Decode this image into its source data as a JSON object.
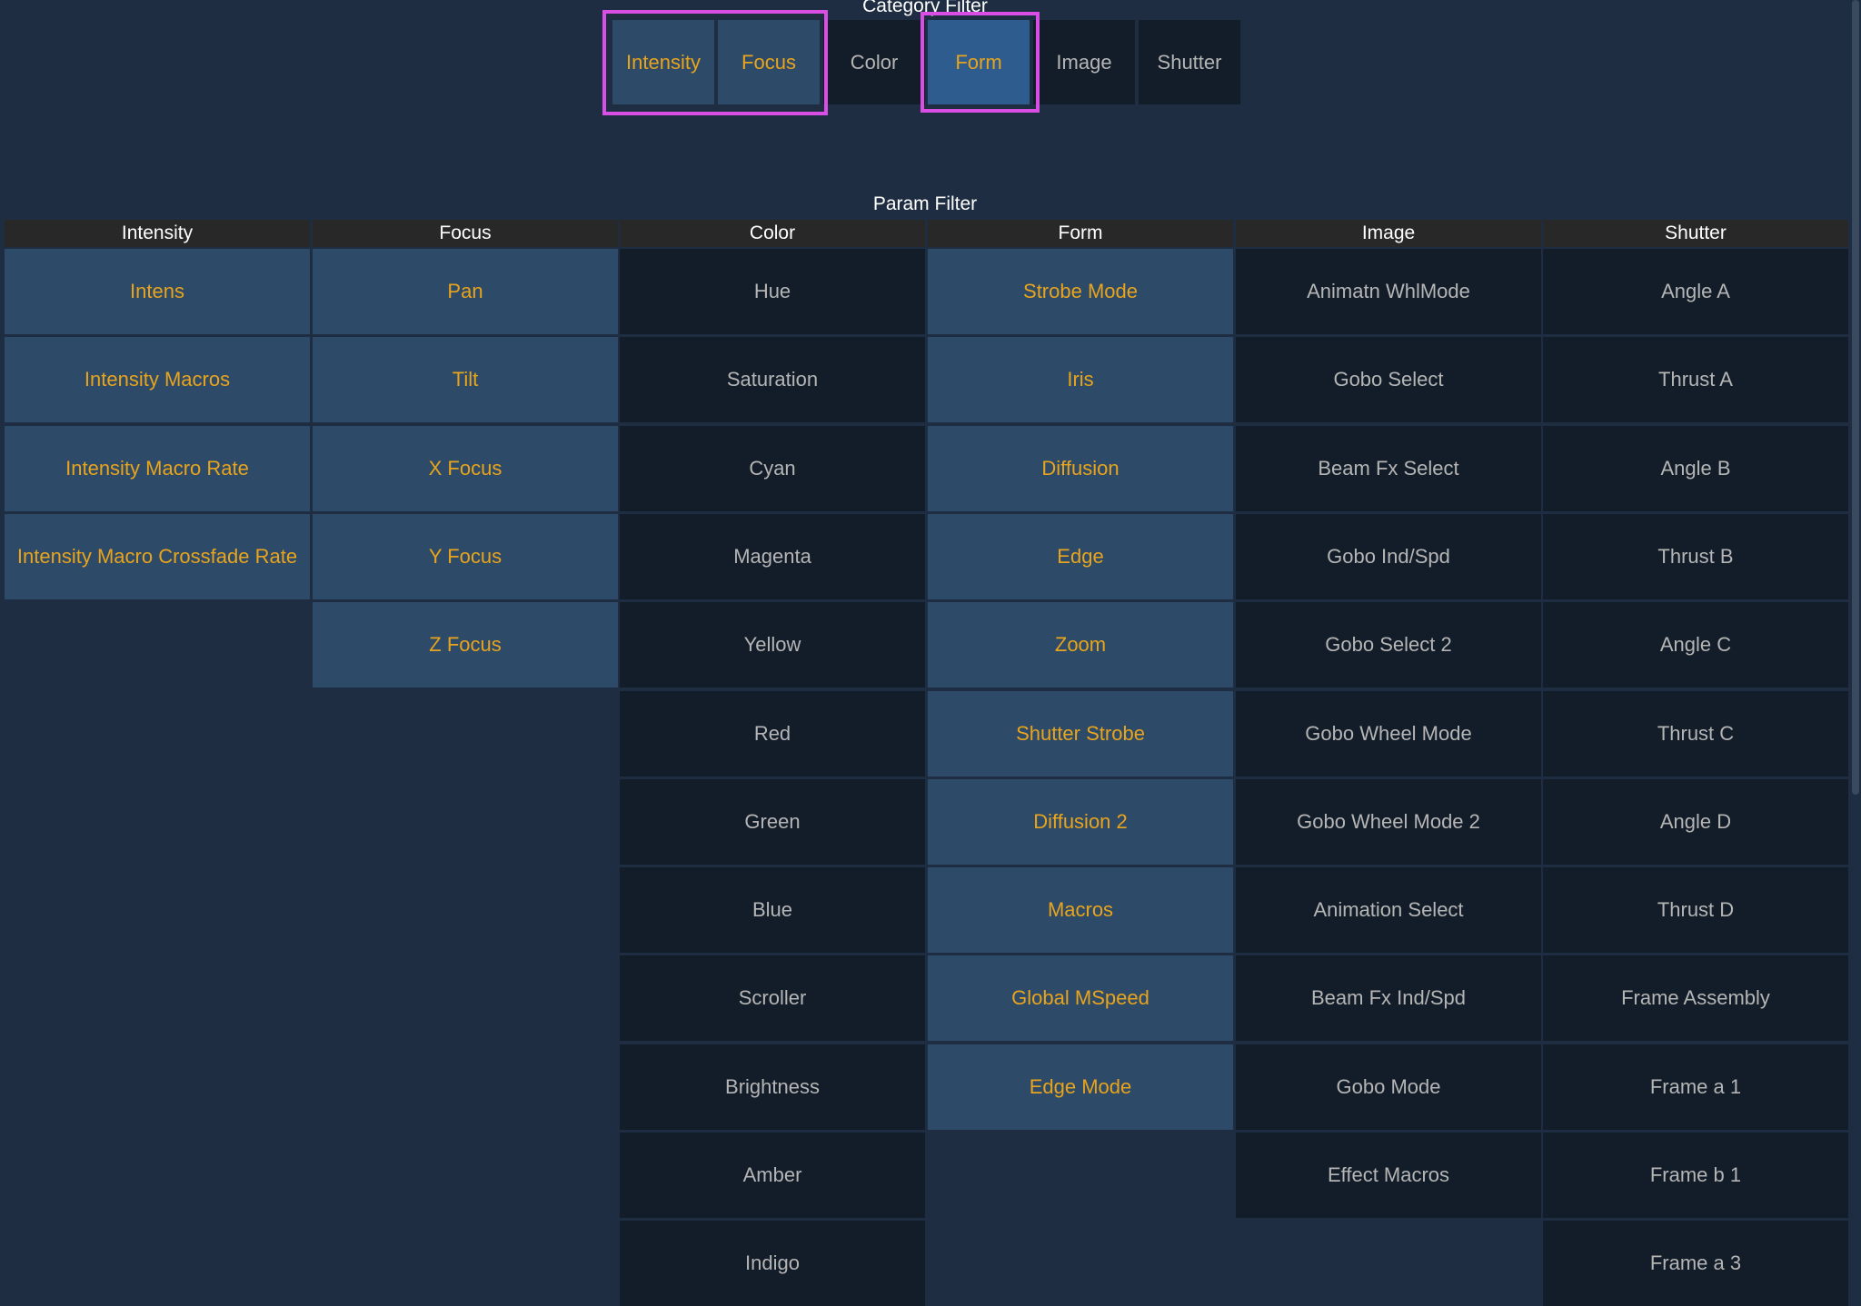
{
  "category_filter": {
    "title": "Category Filter",
    "buttons": [
      {
        "label": "Intensity",
        "active": true
      },
      {
        "label": "Focus",
        "active": true
      },
      {
        "label": "Color",
        "active": false
      },
      {
        "label": "Form",
        "active": true
      },
      {
        "label": "Image",
        "active": false
      },
      {
        "label": "Shutter",
        "active": false
      }
    ]
  },
  "param_filter": {
    "title": "Param Filter",
    "columns": [
      {
        "header": "Intensity",
        "active": true,
        "items": [
          "Intens",
          "Intensity Macros",
          "Intensity Macro Rate",
          "Intensity Macro Crossfade Rate"
        ]
      },
      {
        "header": "Focus",
        "active": true,
        "items": [
          "Pan",
          "Tilt",
          "X Focus",
          "Y Focus",
          "Z Focus"
        ]
      },
      {
        "header": "Color",
        "active": false,
        "items": [
          "Hue",
          "Saturation",
          "Cyan",
          "Magenta",
          "Yellow",
          "Red",
          "Green",
          "Blue",
          "Scroller",
          "Brightness",
          "Amber",
          "Indigo"
        ]
      },
      {
        "header": "Form",
        "active": true,
        "items": [
          "Strobe Mode",
          "Iris",
          "Diffusion",
          "Edge",
          "Zoom",
          "Shutter Strobe",
          "Diffusion 2",
          "Macros",
          "Global MSpeed",
          "Edge Mode"
        ]
      },
      {
        "header": "Image",
        "active": false,
        "items": [
          "Animatn WhlMode",
          "Gobo Select",
          "Beam Fx Select",
          "Gobo Ind/Spd",
          "Gobo Select 2",
          "Gobo Wheel Mode",
          "Gobo Wheel Mode 2",
          "Animation Select",
          "Beam Fx Ind/Spd",
          "Gobo Mode",
          "Effect Macros"
        ]
      },
      {
        "header": "Shutter",
        "active": false,
        "items": [
          "Angle A",
          "Thrust A",
          "Angle B",
          "Thrust B",
          "Angle C",
          "Thrust C",
          "Angle D",
          "Thrust D",
          "Frame Assembly",
          "Frame a 1",
          "Frame b 1",
          "Frame a 3"
        ]
      }
    ]
  },
  "colors": {
    "background": "#1e2d42",
    "cell_inactive": "#131d29",
    "cell_active": "#2d4a68",
    "text_active": "#e8a41c",
    "text_inactive": "#b5b5b5",
    "header_bg": "#282828",
    "highlight_border": "#d94fe6"
  }
}
